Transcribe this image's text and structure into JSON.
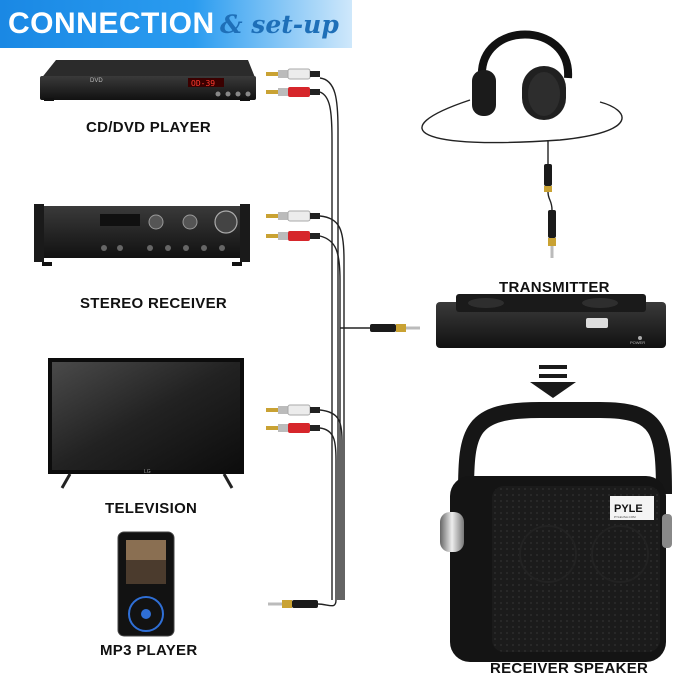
{
  "banner": {
    "word": "CONNECTION",
    "script": "& set-up"
  },
  "devices": {
    "cd_dvd": {
      "label": "CD/DVD PLAYER",
      "display": "OD-39",
      "brand_text": "DVD"
    },
    "stereo": {
      "label": "STEREO RECEIVER"
    },
    "tv": {
      "label": "TELEVISION",
      "logo": "LG"
    },
    "mp3": {
      "label": "MP3 PLAYER"
    }
  },
  "transmitter": {
    "label": "TRANSMITTER",
    "power_text": "POWER"
  },
  "receiver": {
    "label": "RECEIVER SPEAKER",
    "brand": "PYLE",
    "sub_brand": "PYLEUSA.COM"
  },
  "colors": {
    "banner_blue": "#1a88e4",
    "banner_script": "#1e6fb8",
    "rca_red": "#d6262b",
    "rca_white": "#e8e8e8",
    "device_black": "#1a1a1a",
    "gold": "#c9a233"
  },
  "icons": [
    "headphones-icon",
    "down-arrow-icon",
    "rca-plug-icon",
    "aux-plug-icon"
  ]
}
